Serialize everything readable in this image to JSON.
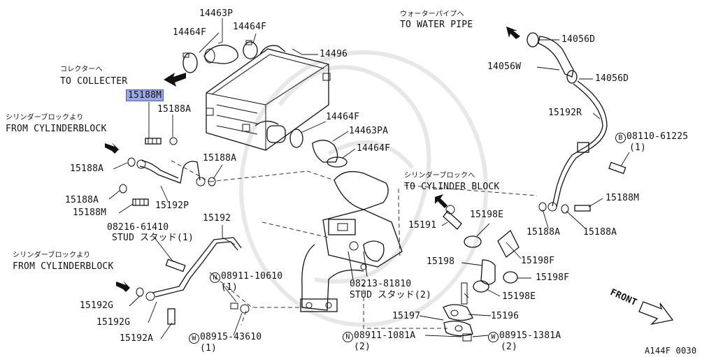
{
  "labels": {
    "p14463p": "14463P",
    "p14464f_a": "14464F",
    "p14464f_b": "14464F",
    "p14496": "14496",
    "jp_collecter": "コレクターへ",
    "to_collecter": "TO COLLECTER",
    "p15188m_hl": "15188M",
    "p15188a_1": "15188A",
    "jp_from_block_1": "シリンダーブロックより",
    "from_block_1": "FROM CYLINDERBLOCK",
    "p15188a_2": "15188A",
    "p15188a_3": "15188A",
    "p15188a_4": "15188A",
    "p15188m_2": "15188M",
    "p15192p": "15192P",
    "p14464f_c": "14464F",
    "p14463pa": "14463PA",
    "p14464f_d": "14464F",
    "p15192": "15192",
    "p08216": "08216-61410",
    "stud1": "STUD スタッド(1)",
    "jp_from_block_2": "シリンダーブロックより",
    "from_block_2": "FROM CYLINDERBLOCK",
    "n_08911_10610": "08911-10610",
    "n_08911_10610_qty": "(1)",
    "p15192g_1": "15192G",
    "p15192g_2": "15192G",
    "p15192a": "15192A",
    "w_08915_43610": "08915-43610",
    "w_08915_43610_qty": "(1)",
    "jp_water_pipe": "ウォーターパイプへ",
    "to_water_pipe": "TO WATER PIPE",
    "p14056d_1": "14056D",
    "p14056w": "14056W",
    "p14056d_2": "14056D",
    "p15192r": "15192R",
    "b_08110_61225": "08110-61225",
    "b_08110_61225_qty": "(1)",
    "jp_to_block": "シリンダーブロックへ",
    "to_block": "TO CYLINDER BLOCK",
    "p15188m_3": "15188M",
    "p15188a_5": "15188A",
    "p15188a_6": "15188A",
    "p15191": "15191",
    "p15198e_1": "15198E",
    "p15198f_1": "15198F",
    "p15198": "15198",
    "p15198f_2": "15198F",
    "p08213": "08213-81810",
    "stud2": "STUD スタッド(2)",
    "p15198e_2": "15198E",
    "p15196": "15196",
    "p15197": "15197",
    "n_08911_1081a": "08911-1081A",
    "n_08911_1081a_qty": "(2)",
    "w_08915_1381a": "08915-1381A",
    "w_08915_1381a_qty": "(2)",
    "front": "FRONT",
    "diagram_code": "A144F 0030"
  },
  "symbols": {
    "n": "N",
    "w": "W",
    "b": "B"
  },
  "icons": [
    "arrow-icon",
    "front-arrow-icon"
  ]
}
